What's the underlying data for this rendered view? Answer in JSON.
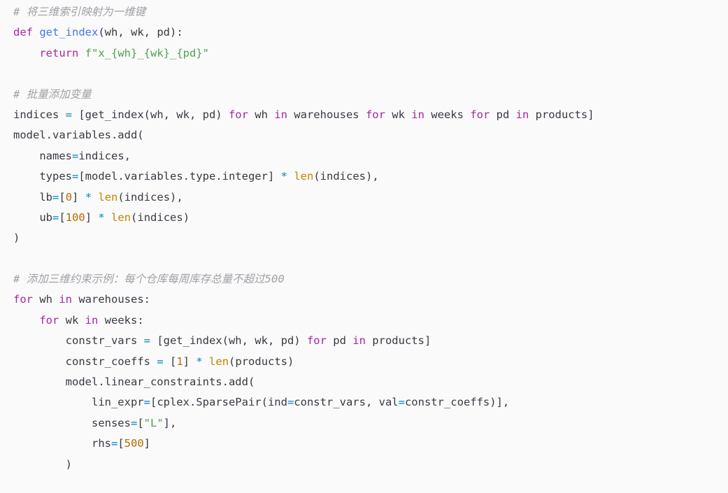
{
  "editor": {
    "language": "python",
    "colors": {
      "background": "#fafafa",
      "plain": "#383a42",
      "keyword": "#a626a4",
      "function": "#4078f2",
      "builtin": "#c18401",
      "number": "#b76b01",
      "string": "#50a14f",
      "operator": "#0184bc",
      "comment": "#a0a1a7"
    },
    "lines": [
      [
        {
          "t": "# 将三维索引映射为一维键",
          "c": "comment"
        }
      ],
      [
        {
          "t": "def",
          "c": "keyword"
        },
        {
          "t": " ",
          "c": "plain"
        },
        {
          "t": "get_index",
          "c": "func"
        },
        {
          "t": "(wh, wk, pd):",
          "c": "plain"
        }
      ],
      [
        {
          "t": "    ",
          "c": "plain"
        },
        {
          "t": "return",
          "c": "keyword"
        },
        {
          "t": " ",
          "c": "plain"
        },
        {
          "t": "f\"x_{wh}_{wk}_{pd}\"",
          "c": "string"
        }
      ],
      [],
      [
        {
          "t": "# 批量添加变量",
          "c": "comment"
        }
      ],
      [
        {
          "t": "indices ",
          "c": "plain"
        },
        {
          "t": "=",
          "c": "op"
        },
        {
          "t": " [get_index(wh, wk, pd) ",
          "c": "plain"
        },
        {
          "t": "for",
          "c": "keyword"
        },
        {
          "t": " wh ",
          "c": "plain"
        },
        {
          "t": "in",
          "c": "keyword"
        },
        {
          "t": " warehouses ",
          "c": "plain"
        },
        {
          "t": "for",
          "c": "keyword"
        },
        {
          "t": " wk ",
          "c": "plain"
        },
        {
          "t": "in",
          "c": "keyword"
        },
        {
          "t": " weeks ",
          "c": "plain"
        },
        {
          "t": "for",
          "c": "keyword"
        },
        {
          "t": " pd ",
          "c": "plain"
        },
        {
          "t": "in",
          "c": "keyword"
        },
        {
          "t": " products]",
          "c": "plain"
        }
      ],
      [
        {
          "t": "model.variables.add(",
          "c": "plain"
        }
      ],
      [
        {
          "t": "    names",
          "c": "plain"
        },
        {
          "t": "=",
          "c": "op"
        },
        {
          "t": "indices,",
          "c": "plain"
        }
      ],
      [
        {
          "t": "    types",
          "c": "plain"
        },
        {
          "t": "=",
          "c": "op"
        },
        {
          "t": "[model.variables.type.integer] ",
          "c": "plain"
        },
        {
          "t": "*",
          "c": "op"
        },
        {
          "t": " ",
          "c": "plain"
        },
        {
          "t": "len",
          "c": "builtin"
        },
        {
          "t": "(indices),",
          "c": "plain"
        }
      ],
      [
        {
          "t": "    lb",
          "c": "plain"
        },
        {
          "t": "=",
          "c": "op"
        },
        {
          "t": "[",
          "c": "plain"
        },
        {
          "t": "0",
          "c": "number"
        },
        {
          "t": "] ",
          "c": "plain"
        },
        {
          "t": "*",
          "c": "op"
        },
        {
          "t": " ",
          "c": "plain"
        },
        {
          "t": "len",
          "c": "builtin"
        },
        {
          "t": "(indices),",
          "c": "plain"
        }
      ],
      [
        {
          "t": "    ub",
          "c": "plain"
        },
        {
          "t": "=",
          "c": "op"
        },
        {
          "t": "[",
          "c": "plain"
        },
        {
          "t": "100",
          "c": "number"
        },
        {
          "t": "] ",
          "c": "plain"
        },
        {
          "t": "*",
          "c": "op"
        },
        {
          "t": " ",
          "c": "plain"
        },
        {
          "t": "len",
          "c": "builtin"
        },
        {
          "t": "(indices)",
          "c": "plain"
        }
      ],
      [
        {
          "t": ")",
          "c": "plain"
        }
      ],
      [],
      [
        {
          "t": "# 添加三维约束示例：每个仓库每周库存总量不超过500",
          "c": "comment"
        }
      ],
      [
        {
          "t": "for",
          "c": "keyword"
        },
        {
          "t": " wh ",
          "c": "plain"
        },
        {
          "t": "in",
          "c": "keyword"
        },
        {
          "t": " warehouses:",
          "c": "plain"
        }
      ],
      [
        {
          "t": "    ",
          "c": "plain"
        },
        {
          "t": "for",
          "c": "keyword"
        },
        {
          "t": " wk ",
          "c": "plain"
        },
        {
          "t": "in",
          "c": "keyword"
        },
        {
          "t": " weeks:",
          "c": "plain"
        }
      ],
      [
        {
          "t": "        constr_vars ",
          "c": "plain"
        },
        {
          "t": "=",
          "c": "op"
        },
        {
          "t": " [get_index(wh, wk, pd) ",
          "c": "plain"
        },
        {
          "t": "for",
          "c": "keyword"
        },
        {
          "t": " pd ",
          "c": "plain"
        },
        {
          "t": "in",
          "c": "keyword"
        },
        {
          "t": " products]",
          "c": "plain"
        }
      ],
      [
        {
          "t": "        constr_coeffs ",
          "c": "plain"
        },
        {
          "t": "=",
          "c": "op"
        },
        {
          "t": " [",
          "c": "plain"
        },
        {
          "t": "1",
          "c": "number"
        },
        {
          "t": "] ",
          "c": "plain"
        },
        {
          "t": "*",
          "c": "op"
        },
        {
          "t": " ",
          "c": "plain"
        },
        {
          "t": "len",
          "c": "builtin"
        },
        {
          "t": "(products)",
          "c": "plain"
        }
      ],
      [
        {
          "t": "        model.linear_constraints.add(",
          "c": "plain"
        }
      ],
      [
        {
          "t": "            lin_expr",
          "c": "plain"
        },
        {
          "t": "=",
          "c": "op"
        },
        {
          "t": "[cplex.SparsePair(ind",
          "c": "plain"
        },
        {
          "t": "=",
          "c": "op"
        },
        {
          "t": "constr_vars, val",
          "c": "plain"
        },
        {
          "t": "=",
          "c": "op"
        },
        {
          "t": "constr_coeffs)],",
          "c": "plain"
        }
      ],
      [
        {
          "t": "            senses",
          "c": "plain"
        },
        {
          "t": "=",
          "c": "op"
        },
        {
          "t": "[",
          "c": "plain"
        },
        {
          "t": "\"L\"",
          "c": "string"
        },
        {
          "t": "],",
          "c": "plain"
        }
      ],
      [
        {
          "t": "            rhs",
          "c": "plain"
        },
        {
          "t": "=",
          "c": "op"
        },
        {
          "t": "[",
          "c": "plain"
        },
        {
          "t": "500",
          "c": "number"
        },
        {
          "t": "]",
          "c": "plain"
        }
      ],
      [
        {
          "t": "        )",
          "c": "plain"
        }
      ]
    ]
  }
}
